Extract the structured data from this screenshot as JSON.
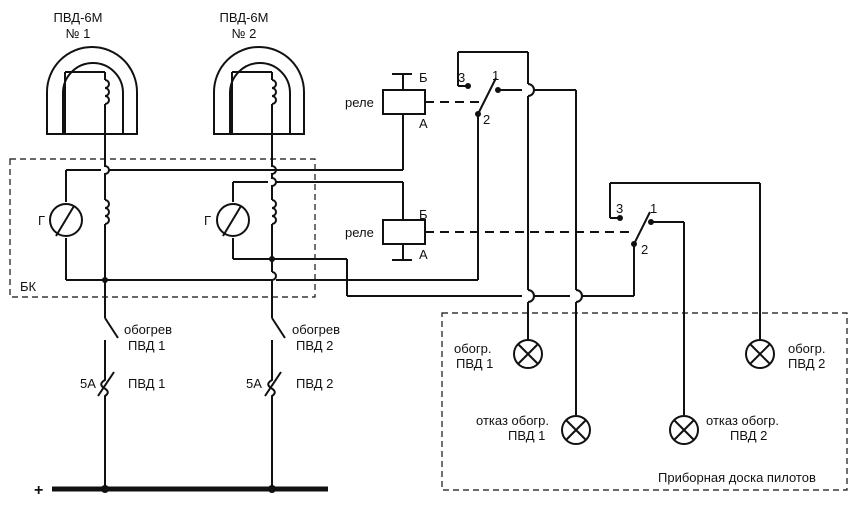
{
  "sensors": [
    {
      "name": "ПВД-6М",
      "num": "№ 1"
    },
    {
      "name": "ПВД-6М",
      "num": "№ 2"
    }
  ],
  "block_label": "БК",
  "generator_label": "Г",
  "relays": [
    {
      "label": "реле",
      "top": "Б",
      "bottom": "А"
    },
    {
      "label": "реле",
      "top": "Б",
      "bottom": "А"
    }
  ],
  "contacts": [
    {
      "c3": "3",
      "c1": "1",
      "c2": "2"
    },
    {
      "c3": "3",
      "c1": "1",
      "c2": "2"
    }
  ],
  "switches": [
    {
      "line1": "обогрев",
      "line2": "ПВД 1"
    },
    {
      "line1": "обогрев",
      "line2": "ПВД 2"
    }
  ],
  "fuses": [
    {
      "rating": "5А",
      "label": "ПВД 1"
    },
    {
      "rating": "5А",
      "label": "ПВД 2"
    }
  ],
  "lamps": [
    {
      "line1": "обогр.",
      "line2": "ПВД 1"
    },
    {
      "line1": "отказ обогр.",
      "line2": "ПВД 1"
    },
    {
      "line1": "отказ обогр.",
      "line2": "ПВД 2"
    },
    {
      "line1": "обогр.",
      "line2": "ПВД 2"
    }
  ],
  "panel_label": "Приборная доска пилотов",
  "bus_label": "+"
}
